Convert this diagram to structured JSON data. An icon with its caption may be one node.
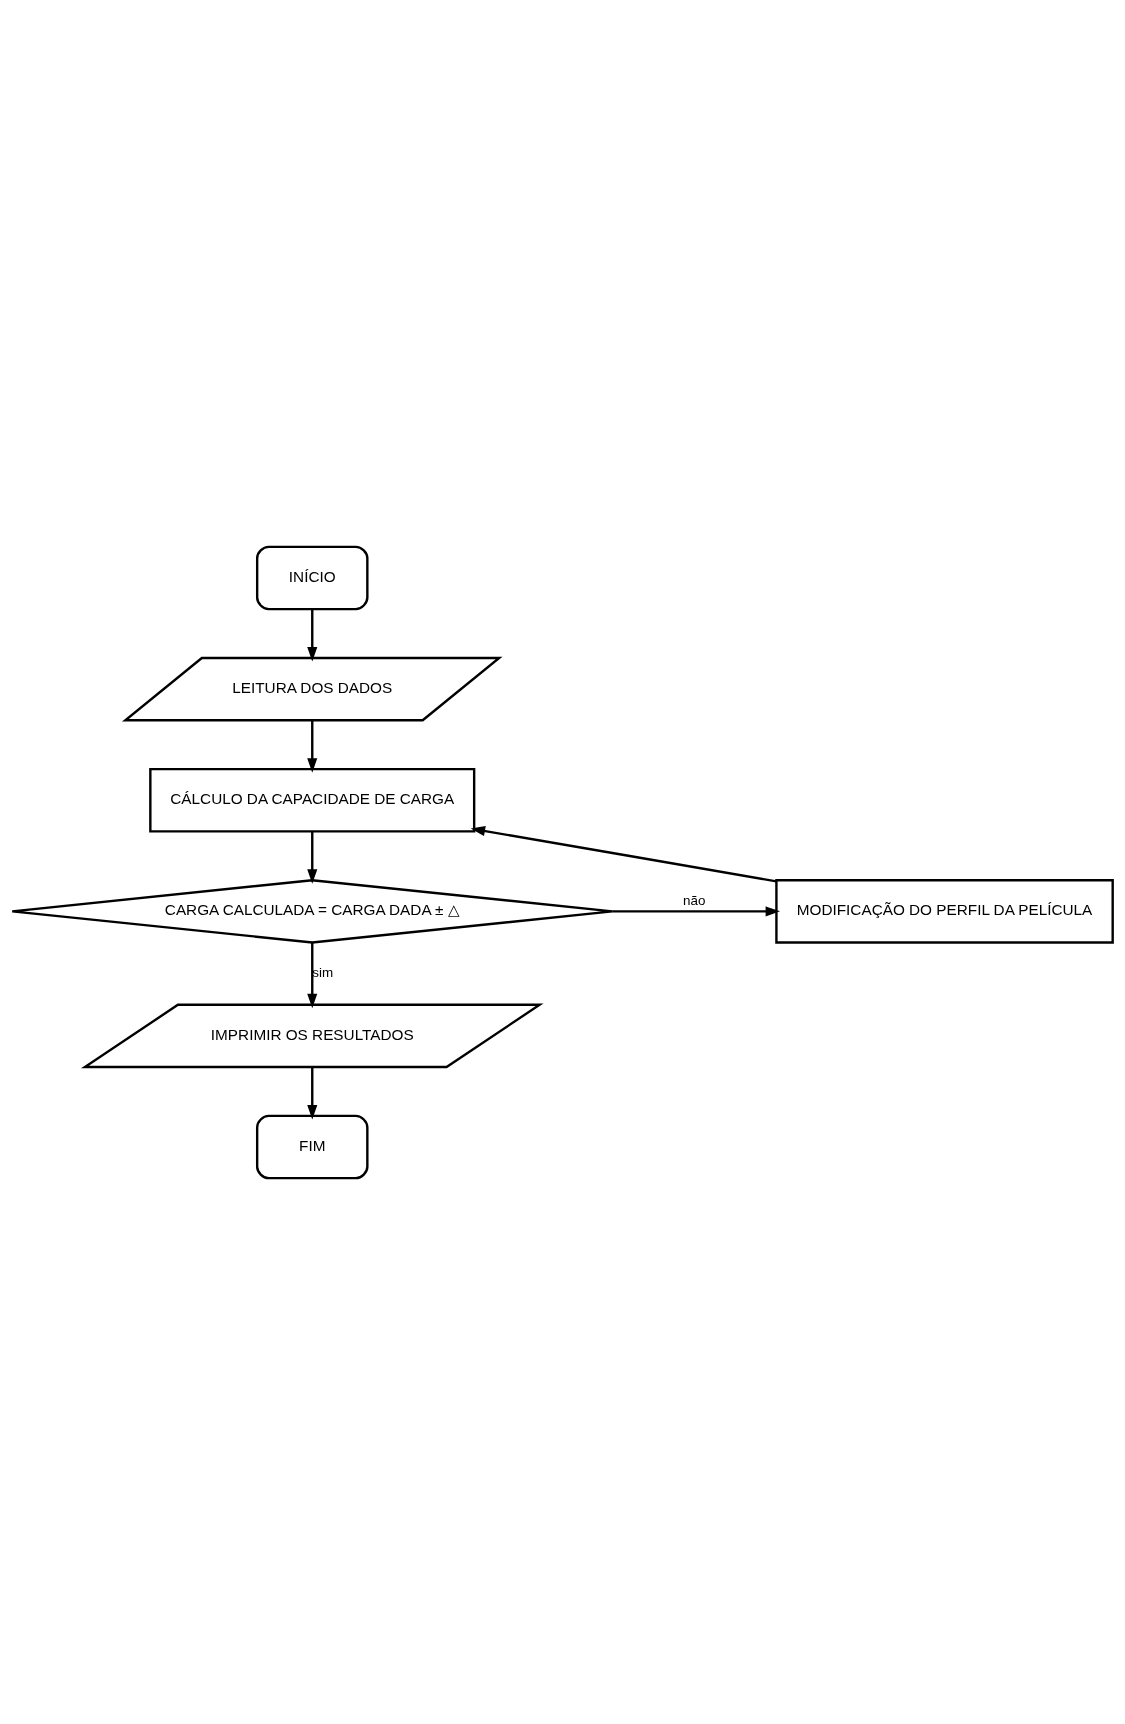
{
  "diagram": {
    "nodes": [
      {
        "text": [
          "INÍCIO"
        ]
      },
      {
        "text": [
          "LEITURA DOS DADOS"
        ]
      },
      {
        "text": [
          "CÁLCULO DA CAPACIDADE DE CARGA"
        ]
      },
      {
        "text": [
          "CARGA CALCULADA = CARGA DADA ± △"
        ]
      },
      {
        "text": [
          "MODIFICAÇÃO DO PERFIL DA PELÍCULA"
        ]
      },
      {
        "text": [
          "IMPRIMIR OS RESULTADOS"
        ]
      },
      {
        "text": [
          "FIM"
        ]
      }
    ],
    "edges": [
      {
        "from": 0,
        "to": 1,
        "arrow": "to"
      },
      {
        "from": 1,
        "to": 2,
        "arrow": "to"
      },
      {
        "from": 2,
        "to": 3,
        "arrow": "to"
      },
      {
        "from": 3,
        "to": 4,
        "arrow": "to",
        "label": "não"
      },
      {
        "from": 4,
        "to": 2,
        "arrow": "to"
      },
      {
        "from": 3,
        "to": 5,
        "arrow": "to",
        "label": "sim"
      },
      {
        "from": 5,
        "to": 6,
        "arrow": "to"
      }
    ]
  }
}
